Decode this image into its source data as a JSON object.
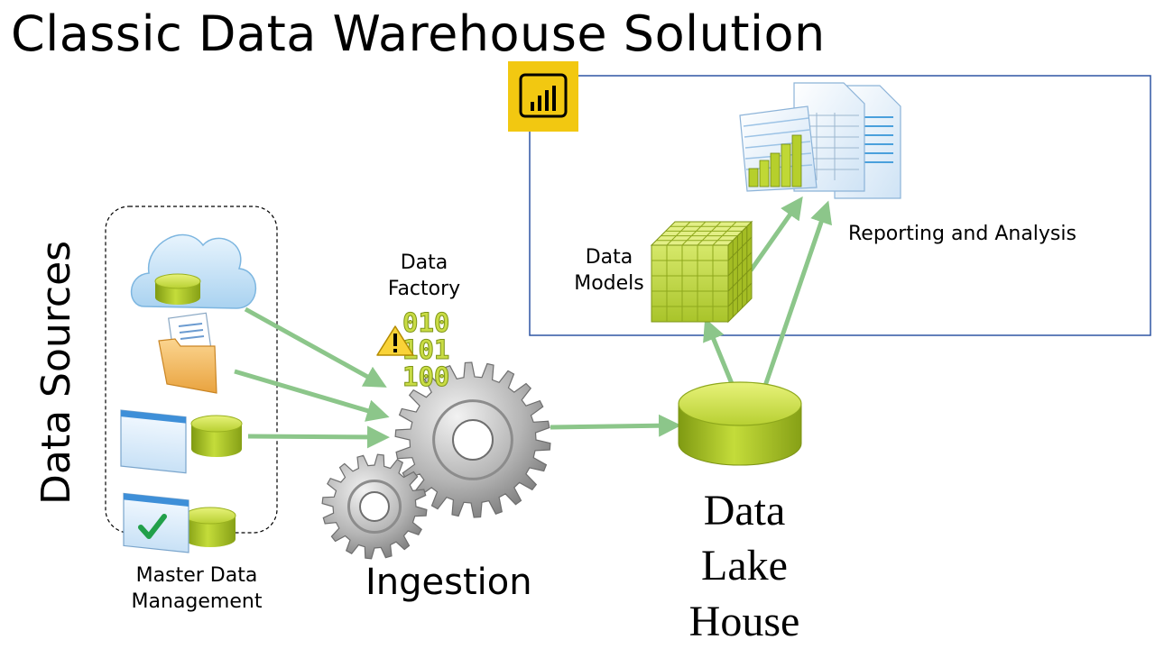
{
  "title": "Classic Data Warehouse Solution",
  "sources": {
    "label": "Data Sources",
    "mdm_label_line1": "Master Data",
    "mdm_label_line2": "Management"
  },
  "factory": {
    "label_line1": "Data",
    "label_line2": "Factory",
    "ingestion": "Ingestion",
    "binary": [
      "010",
      "101",
      "100"
    ]
  },
  "lakehouse": {
    "line1": "Data",
    "line2": "Lake",
    "line3": "House"
  },
  "reporting": {
    "models_line1": "Data",
    "models_line2": "Models",
    "reporting_label": "Reporting and Analysis"
  },
  "colors": {
    "arrow": "#8cc68a",
    "panel_border": "#2f55a4",
    "powerbi_tile": "#f2c811",
    "lime": "#b5cf2e",
    "gear": "#a8a8a8"
  },
  "icons": [
    "cloud-database-icon",
    "folder-document-icon",
    "window-database-icon",
    "window-check-database-icon",
    "warning-icon",
    "gear-icon",
    "lakehouse-cylinder-icon",
    "data-cube-icon",
    "bar-chart-icon",
    "report-documents-icon",
    "powerbi-logo-icon"
  ]
}
